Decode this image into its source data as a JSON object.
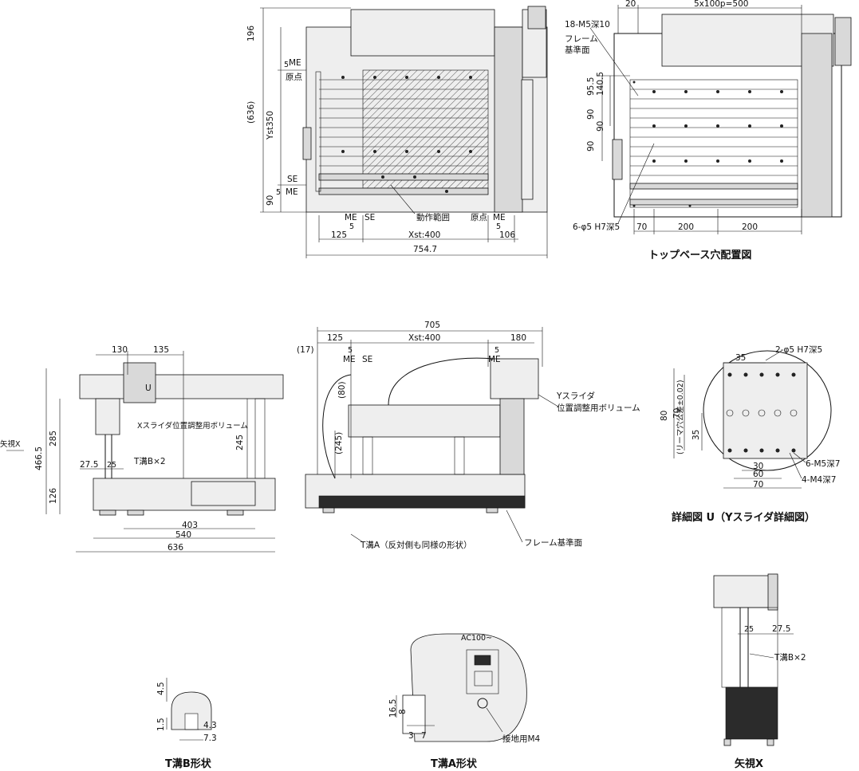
{
  "top_view": {
    "dims": [
      "196",
      "5",
      "ME",
      "原点",
      "(636)",
      "Yst350",
      "SE",
      "5",
      "ME",
      "90",
      "ME",
      "5",
      "SE",
      "125",
      "Xst:400",
      "動作範囲",
      "原点",
      "ME",
      "5",
      "106",
      "754.7"
    ]
  },
  "hole_layout": {
    "dims": [
      "20",
      "5x100p=500",
      "18-M5深10",
      "フレーム",
      "基準面",
      "95.5",
      "140.5",
      "90",
      "90",
      "90",
      "6-φ5 H7深5",
      "70",
      "200",
      "200"
    ],
    "caption": "トップベース穴配置図"
  },
  "side_view_x": {
    "dims": [
      "130",
      "135",
      "U",
      "矢視X",
      "466.5",
      "285",
      "245",
      "126",
      "27.5",
      "25",
      "Xスライダ位置調整用ボリューム",
      "T溝B×2",
      "403",
      "540",
      "636"
    ]
  },
  "front_view": {
    "dims": [
      "705",
      "(17)",
      "125",
      "Xst:400",
      "180",
      "5",
      "ME",
      "SE",
      "5",
      "ME",
      "(80)",
      "(245)",
      "Yスライダ",
      "位置調整用ボリューム",
      "T溝A（反対側も同様の形状）",
      "フレーム基準面"
    ]
  },
  "detail_u": {
    "dims": [
      "35",
      "2-φ5 H7深5",
      "80",
      "70",
      "(リーマ穴公差±0.02)",
      "35",
      "30",
      "60",
      "70",
      "6-M5深7",
      "4-M4深7"
    ],
    "caption": "詳細図 U（Yスライダ詳細図）"
  },
  "t_slot_b": {
    "dims": [
      "4.5",
      "1.5",
      "4.3",
      "7.3"
    ],
    "caption": "T溝B形状"
  },
  "t_slot_a": {
    "dims": [
      "16.5",
      "8",
      "3",
      "7",
      "AC100~",
      "接地用M4"
    ],
    "caption": "T溝A形状"
  },
  "view_x": {
    "dims": [
      "25",
      "27.5",
      "T溝B×2"
    ],
    "caption": "矢視X"
  }
}
